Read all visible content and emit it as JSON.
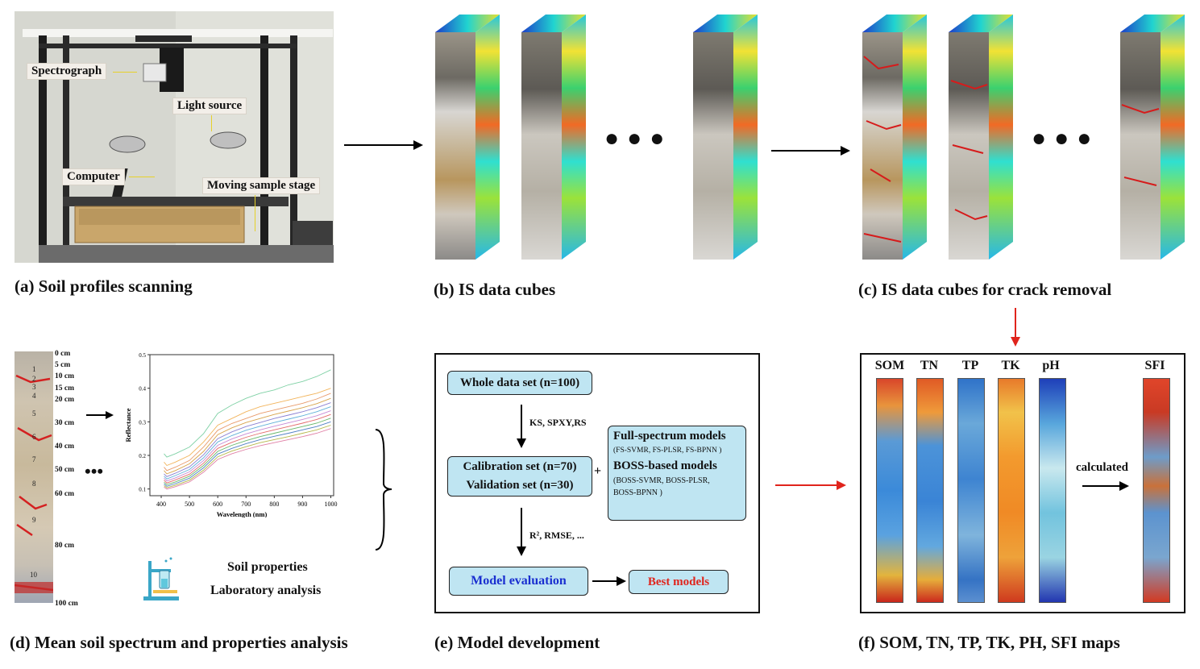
{
  "panels": {
    "a": {
      "caption": "(a) Soil profiles scanning",
      "labels": {
        "spectrograph": "Spectrograph",
        "light_source": "Light source",
        "computer": "Computer",
        "stage": "Moving sample stage"
      }
    },
    "b": {
      "caption": "(b) IS data cubes"
    },
    "c": {
      "caption": "(c) IS data cubes for crack removal"
    },
    "d": {
      "caption": "(d) Mean soil spectrum and properties analysis",
      "depths": [
        "0 cm",
        "5 cm",
        "10 cm",
        "15 cm",
        "20 cm",
        "30 cm",
        "40 cm",
        "50 cm",
        "60 cm",
        "80 cm",
        "100 cm"
      ],
      "layer_numbers": [
        "1",
        "2",
        "3",
        "4",
        "5",
        "6",
        "7",
        "8",
        "9",
        "10"
      ],
      "lab_line1": "Soil properties",
      "lab_line2": "Laboratory analysis",
      "ellipsis": "•••"
    },
    "e": {
      "caption": "(e) Model development",
      "whole": "Whole data set (n=100)",
      "split_methods": "KS, SPXY,RS",
      "calibration": "Calibration set (n=70)",
      "validation": "Validation set (n=30)",
      "plus": "+",
      "fs_title": "Full-spectrum models",
      "fs_list": "(FS-SVMR, FS-PLSR, FS-BPNN )",
      "boss_title": "BOSS-based models",
      "boss_list1": "(BOSS-SVMR, BOSS-PLSR,",
      "boss_list2": "BOSS-BPNN )",
      "metrics": "R², RMSE, ...",
      "evaluation": "Model evaluation",
      "best": "Best models"
    },
    "f": {
      "caption": "(f) SOM, TN, TP, TK, PH, SFI maps",
      "maps": [
        "SOM",
        "TN",
        "TP",
        "TK",
        "pH"
      ],
      "sfi": "SFI",
      "calculated": "calculated"
    }
  },
  "chart_data": {
    "type": "line",
    "title": "",
    "xlabel": "Wavelength (nm)",
    "ylabel": "Reflectance",
    "xlim": [
      360,
      1010
    ],
    "ylim": [
      0.08,
      0.5
    ],
    "xticks": [
      400,
      500,
      600,
      700,
      800,
      900,
      1000
    ],
    "yticks": [
      0.1,
      0.2,
      0.3,
      0.4,
      0.5
    ],
    "x": [
      410,
      420,
      450,
      500,
      550,
      600,
      650,
      700,
      750,
      800,
      850,
      900,
      950,
      1000
    ],
    "series": [
      {
        "values": [
          0.205,
          0.195,
          0.205,
          0.225,
          0.265,
          0.325,
          0.35,
          0.37,
          0.385,
          0.395,
          0.41,
          0.42,
          0.435,
          0.455
        ]
      },
      {
        "values": [
          0.18,
          0.17,
          0.18,
          0.2,
          0.24,
          0.29,
          0.31,
          0.33,
          0.345,
          0.355,
          0.365,
          0.375,
          0.385,
          0.4
        ]
      },
      {
        "values": [
          0.165,
          0.155,
          0.165,
          0.185,
          0.225,
          0.275,
          0.295,
          0.31,
          0.325,
          0.335,
          0.345,
          0.355,
          0.368,
          0.385
        ]
      },
      {
        "values": [
          0.155,
          0.145,
          0.155,
          0.175,
          0.212,
          0.262,
          0.282,
          0.298,
          0.31,
          0.322,
          0.332,
          0.342,
          0.354,
          0.37
        ]
      },
      {
        "values": [
          0.145,
          0.137,
          0.147,
          0.166,
          0.202,
          0.25,
          0.27,
          0.286,
          0.298,
          0.31,
          0.32,
          0.33,
          0.342,
          0.357
        ]
      },
      {
        "values": [
          0.138,
          0.13,
          0.14,
          0.158,
          0.193,
          0.24,
          0.259,
          0.275,
          0.287,
          0.298,
          0.308,
          0.318,
          0.33,
          0.345
        ]
      },
      {
        "values": [
          0.132,
          0.124,
          0.133,
          0.151,
          0.185,
          0.23,
          0.249,
          0.264,
          0.276,
          0.287,
          0.297,
          0.307,
          0.318,
          0.333
        ]
      },
      {
        "values": [
          0.126,
          0.118,
          0.127,
          0.144,
          0.177,
          0.221,
          0.239,
          0.254,
          0.266,
          0.276,
          0.286,
          0.296,
          0.307,
          0.322
        ]
      },
      {
        "values": [
          0.12,
          0.113,
          0.121,
          0.138,
          0.17,
          0.212,
          0.23,
          0.244,
          0.256,
          0.266,
          0.276,
          0.286,
          0.296,
          0.311
        ]
      },
      {
        "values": [
          0.115,
          0.108,
          0.116,
          0.132,
          0.163,
          0.204,
          0.221,
          0.235,
          0.247,
          0.257,
          0.266,
          0.276,
          0.286,
          0.3
        ]
      },
      {
        "values": [
          0.11,
          0.104,
          0.111,
          0.126,
          0.156,
          0.196,
          0.213,
          0.226,
          0.238,
          0.247,
          0.256,
          0.266,
          0.276,
          0.29
        ]
      },
      {
        "values": [
          0.106,
          0.1,
          0.107,
          0.121,
          0.15,
          0.188,
          0.205,
          0.218,
          0.229,
          0.238,
          0.247,
          0.256,
          0.266,
          0.28
        ]
      }
    ],
    "legend": "none",
    "grid": false
  }
}
